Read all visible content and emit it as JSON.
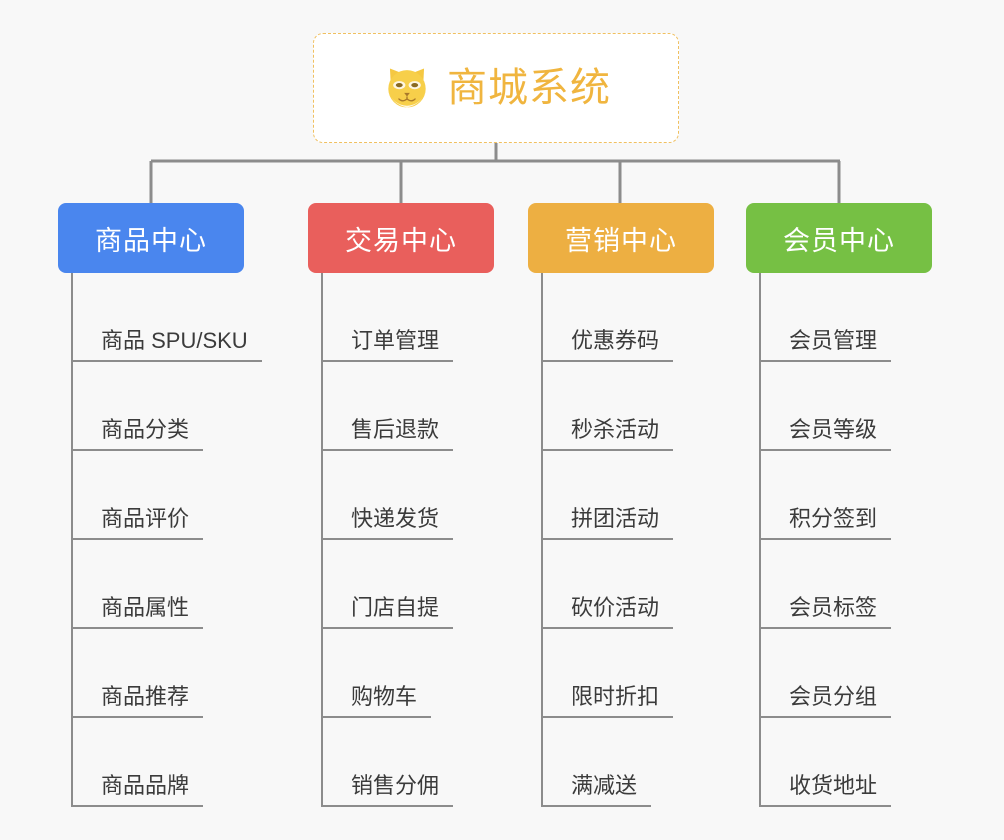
{
  "background_color": "#f8f8f8",
  "root": {
    "title": "商城系统",
    "icon": "shiba-dog-icon",
    "text_color": "#f0b53f",
    "border_color": "#f0c060",
    "background": "#ffffff"
  },
  "connector_color": "#8c8c8c",
  "columns": [
    {
      "header": "商品中心",
      "color": "#4a86ee",
      "items": [
        "商品 SPU/SKU",
        "商品分类",
        "商品评价",
        "商品属性",
        "商品推荐",
        "商品品牌"
      ]
    },
    {
      "header": "交易中心",
      "color": "#e95f5c",
      "items": [
        "订单管理",
        "售后退款",
        "快递发货",
        "门店自提",
        "购物车",
        "销售分佣"
      ]
    },
    {
      "header": "营销中心",
      "color": "#edaf42",
      "items": [
        "优惠券码",
        "秒杀活动",
        "拼团活动",
        "砍价活动",
        "限时折扣",
        "满减送"
      ]
    },
    {
      "header": "会员中心",
      "color": "#76c044",
      "items": [
        "会员管理",
        "会员等级",
        "积分签到",
        "会员标签",
        "会员分组",
        "收货地址"
      ]
    }
  ]
}
